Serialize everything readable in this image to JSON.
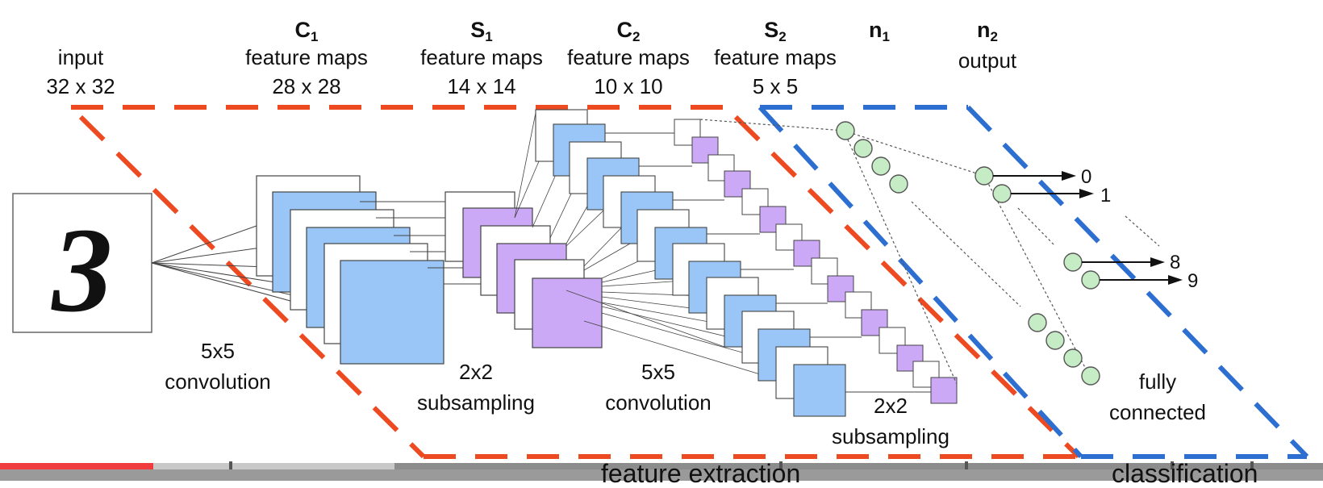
{
  "labels": {
    "input": {
      "line1": "input",
      "line2": "32 x 32"
    },
    "c1": {
      "symbol": "C",
      "index": "1",
      "line1": "feature maps",
      "line2": "28 x 28"
    },
    "s1": {
      "symbol": "S",
      "index": "1",
      "line1": "feature maps",
      "line2": "14 x 14"
    },
    "c2": {
      "symbol": "C",
      "index": "2",
      "line1": "feature maps",
      "line2": "10 x 10"
    },
    "s2": {
      "symbol": "S",
      "index": "2",
      "line1": "feature maps",
      "line2": "5 x 5"
    },
    "n1": {
      "symbol": "n",
      "index": "1"
    },
    "n2": {
      "symbol": "n",
      "index": "2",
      "line1": "output"
    }
  },
  "operations": {
    "conv1": {
      "line1": "5x5",
      "line2": "convolution"
    },
    "sub1": {
      "line1": "2x2",
      "line2": "subsampling"
    },
    "conv2": {
      "line1": "5x5",
      "line2": "convolution"
    },
    "sub2": {
      "line1": "2x2",
      "line2": "subsampling"
    },
    "fc": {
      "line1": "fully",
      "line2": "connected"
    }
  },
  "input_digit": "3",
  "outputs": [
    "0",
    "1",
    "8",
    "9"
  ],
  "regions": {
    "feature_extraction": "feature extraction",
    "classification": "classification",
    "feature_color": "#ee4a22",
    "classification_color": "#2d6fd1"
  },
  "colors": {
    "conv_map": "#99c6f7",
    "pool_map": "#cca9f7",
    "neuron": "#c6ecc6"
  },
  "player": {
    "progress": 0.116,
    "buffered": 0.298
  }
}
